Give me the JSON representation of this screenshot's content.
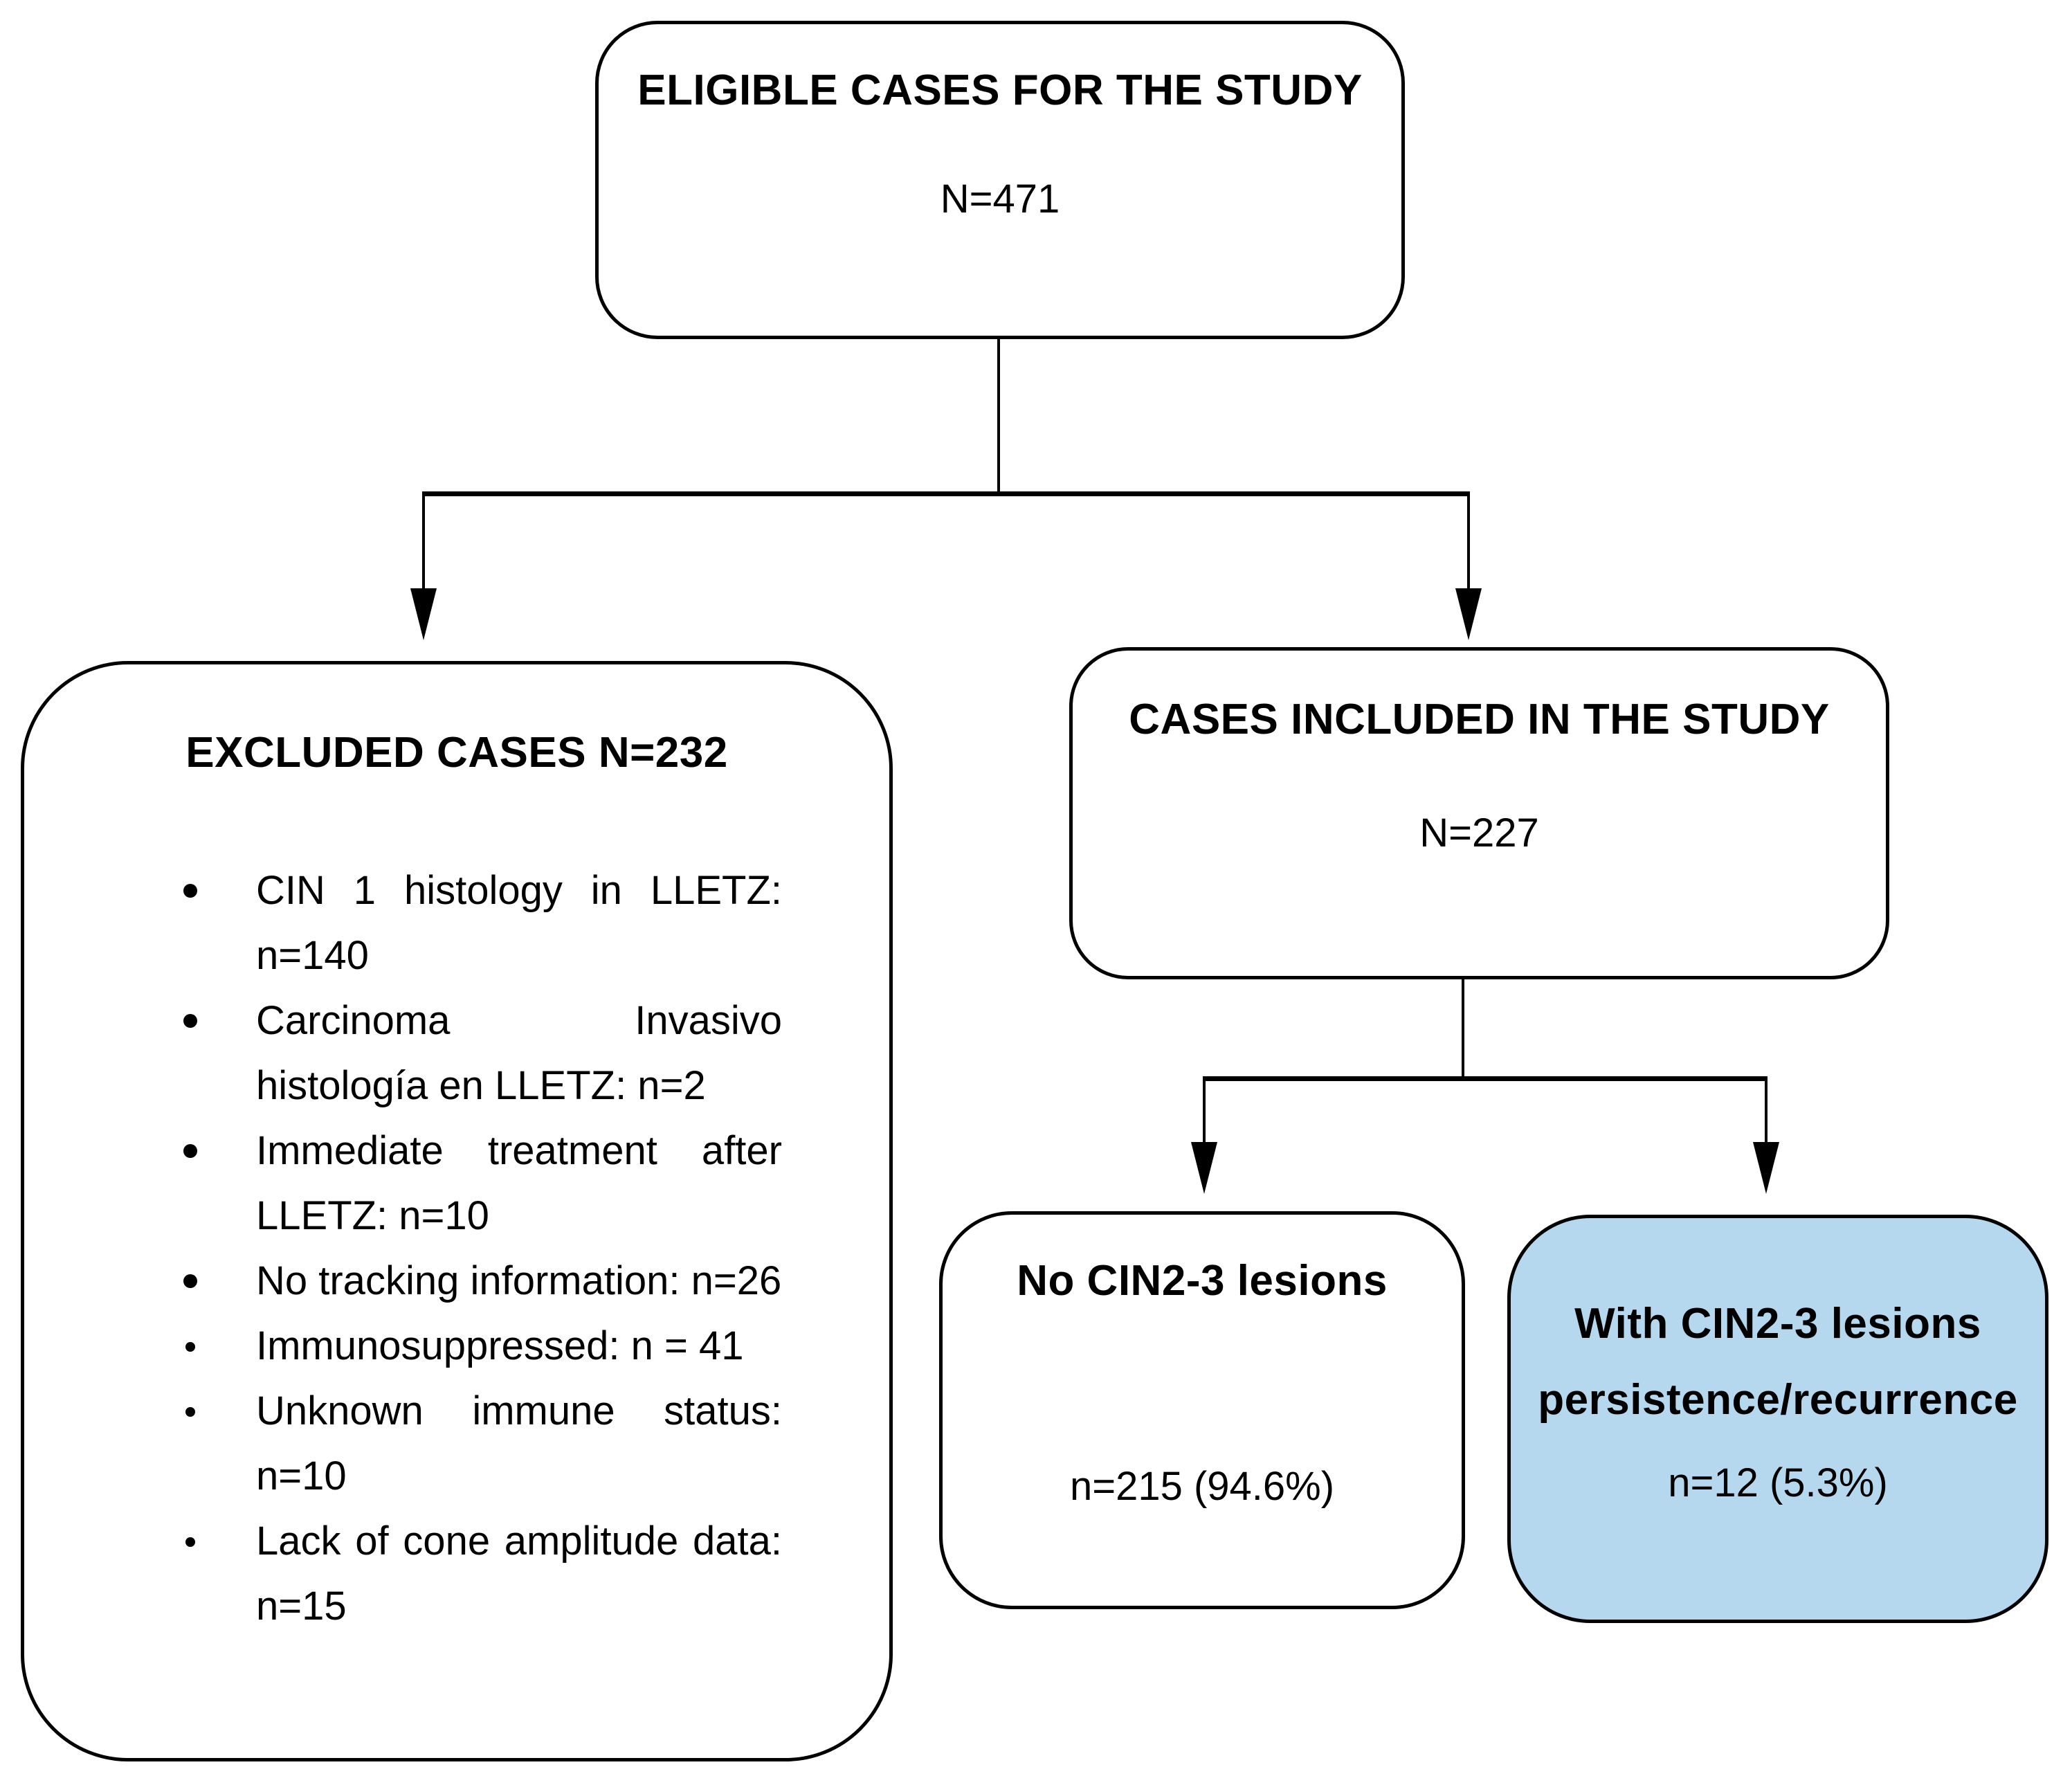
{
  "figure": {
    "type": "flowchart",
    "colors": {
      "box_border": "#000000",
      "highlight_fill": "#b5d8ef",
      "text": "#000000",
      "background": "#ffffff"
    },
    "eligible": {
      "title": "ELIGIBLE CASES FOR THE STUDY",
      "count": "N=471"
    },
    "excluded": {
      "title": "EXCLUDED CASES N=232",
      "items": [
        "CIN 1 histology in LLETZ: n=140",
        "Carcinoma Invasivo histología en LLETZ: n=2",
        "Immediate treatment after LLETZ: n=10",
        "No tracking information: n=26",
        "Immunosuppressed:  n = 41",
        "Unknown immune status: n=10",
        "Lack of cone amplitude data: n=15"
      ]
    },
    "included": {
      "title": "CASES INCLUDED IN THE STUDY",
      "count": "N=227"
    },
    "no_lesions": {
      "title": "No CIN2-3 lesions",
      "count": "n=215 (94.6%)"
    },
    "recurrence": {
      "title_line1": "With CIN2-3 lesions",
      "title_line2": "persistence/recurrence",
      "count": "n=12 (5.3%)"
    }
  }
}
